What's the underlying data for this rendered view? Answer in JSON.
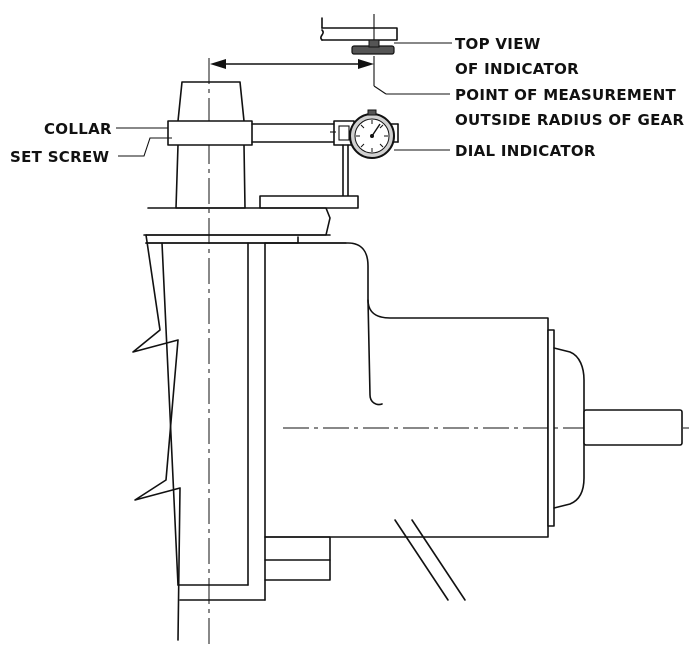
{
  "labels": {
    "top_view_line1": "TOP VIEW",
    "top_view_line2": "OF INDICATOR",
    "point_line1": "POINT OF MEASUREMENT",
    "point_line2": "OUTSIDE RADIUS OF GEAR",
    "dial_indicator": "DIAL INDICATOR",
    "collar": "COLLAR",
    "set_screw": "SET SCREW"
  },
  "colors": {
    "ink": "#111111",
    "background": "#ffffff",
    "dial_fill": "#d0d0d0",
    "indicator_fill": "#555555"
  }
}
